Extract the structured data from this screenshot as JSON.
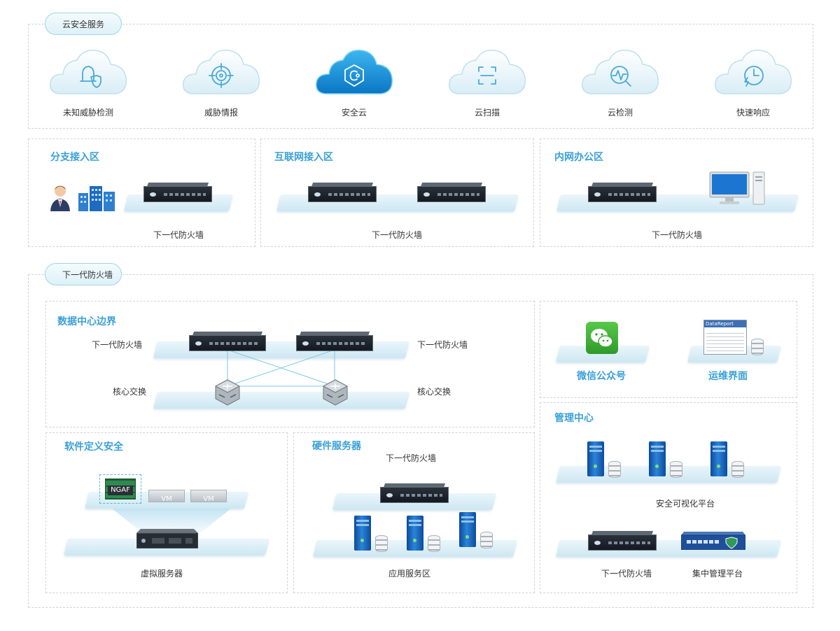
{
  "cloud_section": {
    "title": "云安全服务",
    "items": [
      {
        "label": "未知威胁检测",
        "icon": "bell-shield-icon"
      },
      {
        "label": "威胁情报",
        "icon": "crosshair-icon"
      },
      {
        "label": "安全云",
        "icon": "hexagon-shield-icon",
        "highlight": true
      },
      {
        "label": "云扫描",
        "icon": "scan-frame-icon"
      },
      {
        "label": "云检测",
        "icon": "magnifier-pulse-icon"
      },
      {
        "label": "快速响应",
        "icon": "clock-bolt-icon"
      }
    ]
  },
  "zones": {
    "branch": {
      "title": "分支接入区",
      "caption": "下一代防火墙"
    },
    "internet": {
      "title": "互联网接入区",
      "caption": "下一代防火墙"
    },
    "office": {
      "title": "内网办公区",
      "caption": "下一代防火墙"
    }
  },
  "ngfw_section": {
    "title": "下一代防火墙"
  },
  "datacenter": {
    "title": "数据中心边界",
    "fw_left": "下一代防火墙",
    "fw_right": "下一代防火墙",
    "sw_left": "核心交换",
    "sw_right": "核心交换"
  },
  "sds": {
    "title": "软件定义安全",
    "ngaf": "NGAF",
    "vm1": "VM",
    "vm2": "VM",
    "caption": "虚拟服务器"
  },
  "hw": {
    "title": "硬件服务器",
    "fw_label": "下一代防火墙",
    "caption": "应用服务区"
  },
  "apps": {
    "wechat": "微信公众号",
    "ops": "运维界面",
    "report_title": "DataReport"
  },
  "mgmt": {
    "title": "管理中心",
    "visual_platform": "安全可视化平台",
    "fw_label": "下一代防火墙",
    "central_platform": "集中管理平台"
  },
  "colors": {
    "accent": "#3aa0d8",
    "border": "#cfd4d8",
    "highlight": "#1a8fd6"
  }
}
